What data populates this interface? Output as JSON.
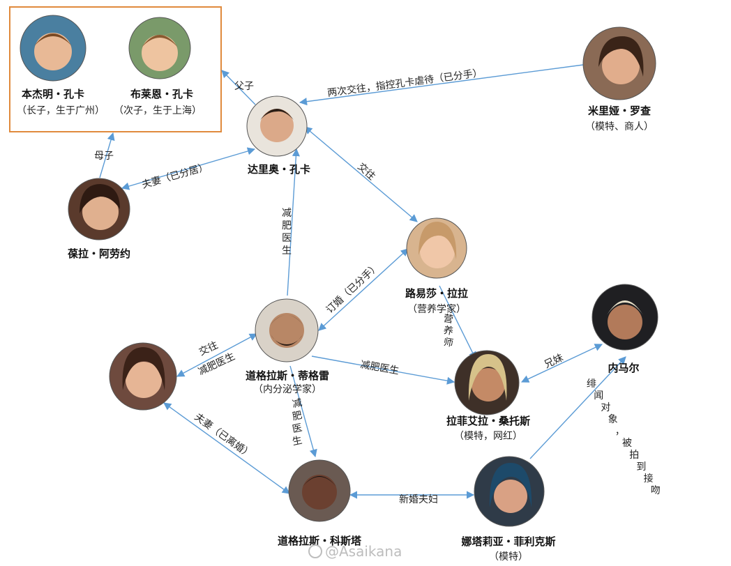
{
  "colors": {
    "edge": "#5b9bd5",
    "group_border": "#e08a3c",
    "avatar_stroke": "#555555"
  },
  "people": {
    "benjamin": {
      "name": "本杰明・孔卡",
      "note": "（长子，生于广州）",
      "avatar_color": "#4a7fa0"
    },
    "brian": {
      "name": "布莱恩・孔卡",
      "note": "（次子，生于上海）",
      "avatar_color": "#7a9a6a"
    },
    "dario": {
      "name": "达里奥・孔卡",
      "note": "",
      "avatar_color": "#c9b8a6"
    },
    "miriam": {
      "name": "米里娅・罗查",
      "note": "（模特、商人）",
      "avatar_color": "#8a6a55"
    },
    "flavia": {
      "name": "葆拉・阿劳约",
      "note": "",
      "avatar_color": "#6b4b3a"
    },
    "luisa": {
      "name": "路易莎・拉拉",
      "note": "（营养学家）",
      "avatar_color": "#d8b48f"
    },
    "neymar": {
      "name": "内马尔",
      "note": "",
      "avatar_color": "#2a2a2a"
    },
    "douglas_t": {
      "name": "道格拉斯・蒂格雷",
      "note": "（内分泌学家）",
      "avatar_color": "#b79d88"
    },
    "woman_left": {
      "name": "",
      "note": "",
      "avatar_color": "#6e4a3e"
    },
    "rafaella": {
      "name": "拉菲艾拉・桑托斯",
      "note": "（模特，网红）",
      "avatar_color": "#4a3a30"
    },
    "douglas_c": {
      "name": "道格拉斯・科斯塔",
      "note": "",
      "avatar_color": "#5a4a42"
    },
    "natalia": {
      "name": "娜塔莉亚・菲利克斯",
      "note": "（模特）",
      "avatar_color": "#3a4a55"
    }
  },
  "relations": {
    "father_son": "父子",
    "miriam_dario": "两次交往，指控孔卡虐待（已分手）",
    "mother_son": "母子",
    "couple_separated": "夫妻（已分居）",
    "dated": "交往",
    "weight_loss_doctor_v": "减肥医生",
    "engaged": "订婚（已分手）",
    "nutritionist": "营养师",
    "dated_2": "交往",
    "weight_loss_doctor_h": "减肥医生",
    "weight_loss_doctor_2": "减肥医生",
    "siblings": "兄妹",
    "weight_loss_doctor_3": "减肥医生",
    "couple_divorced": "夫妻（已离婚）",
    "newlyweds": "新婚夫妇",
    "scandal": "绯闻对象，被拍到接吻"
  },
  "watermark": "@Asaikana"
}
